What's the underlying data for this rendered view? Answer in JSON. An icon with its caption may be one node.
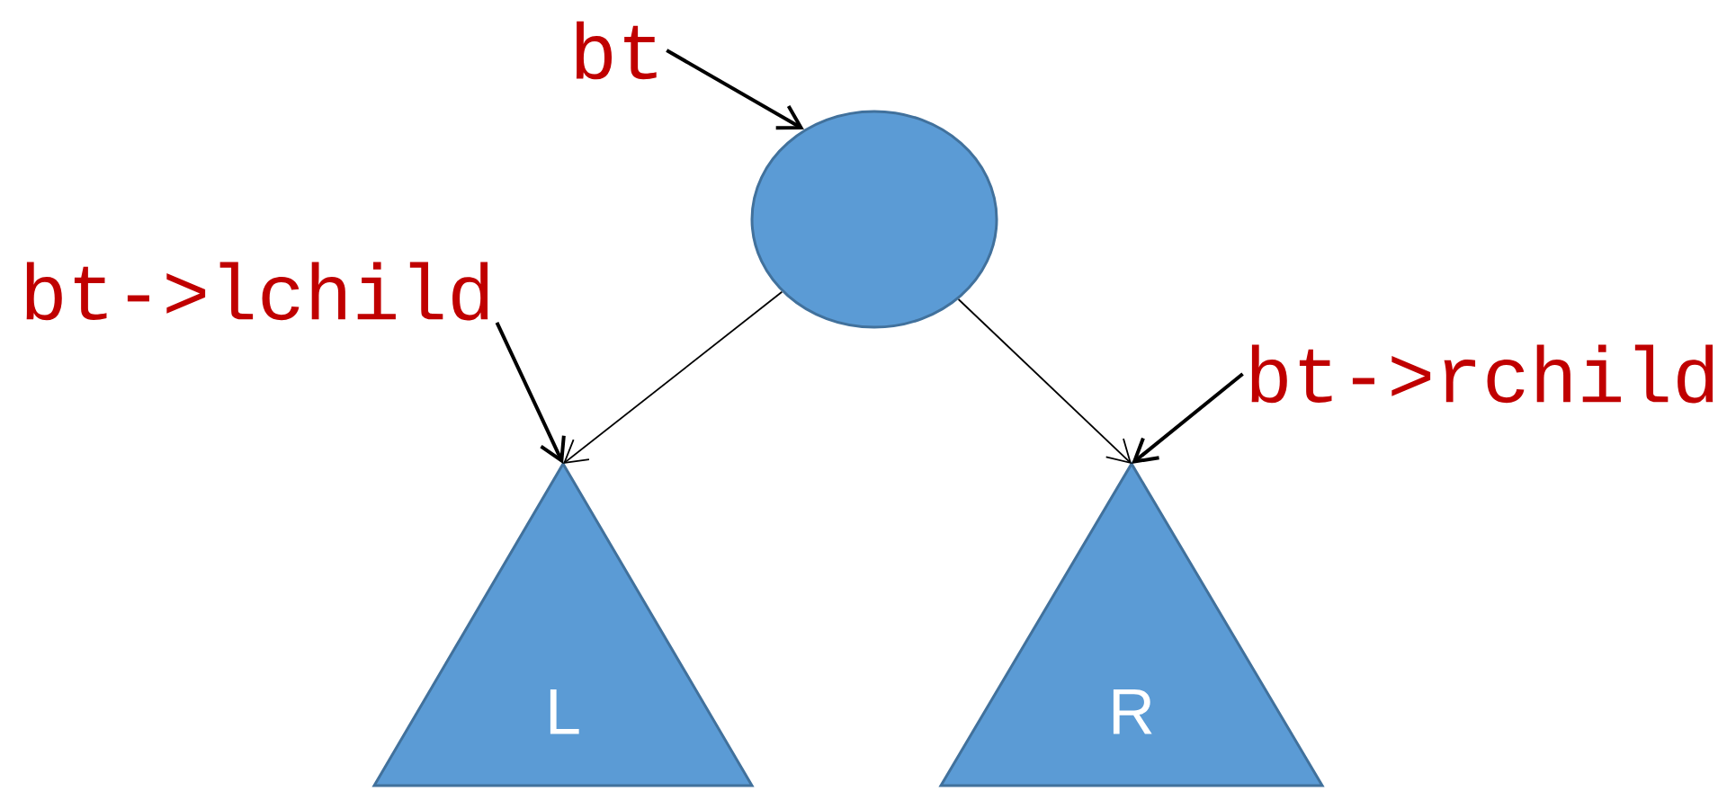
{
  "diagram": {
    "nodes": [
      {
        "text": [
          "bt"
        ]
      },
      {
        "text": [],
        "shape": "circle"
      },
      {
        "text": [
          "bt->lchild"
        ]
      },
      {
        "text": [
          "L"
        ]
      },
      {
        "text": [
          "bt->rchild"
        ]
      },
      {
        "text": [
          "R"
        ]
      }
    ],
    "edges": [
      {
        "from": 0,
        "to": 1,
        "arrow": "to"
      },
      {
        "from": 1,
        "to": 3,
        "arrow": "to"
      },
      {
        "from": 1,
        "to": 5,
        "arrow": "to"
      },
      {
        "from": 2,
        "to": 3,
        "arrow": "to"
      },
      {
        "from": 4,
        "to": 5,
        "arrow": "to"
      }
    ]
  }
}
